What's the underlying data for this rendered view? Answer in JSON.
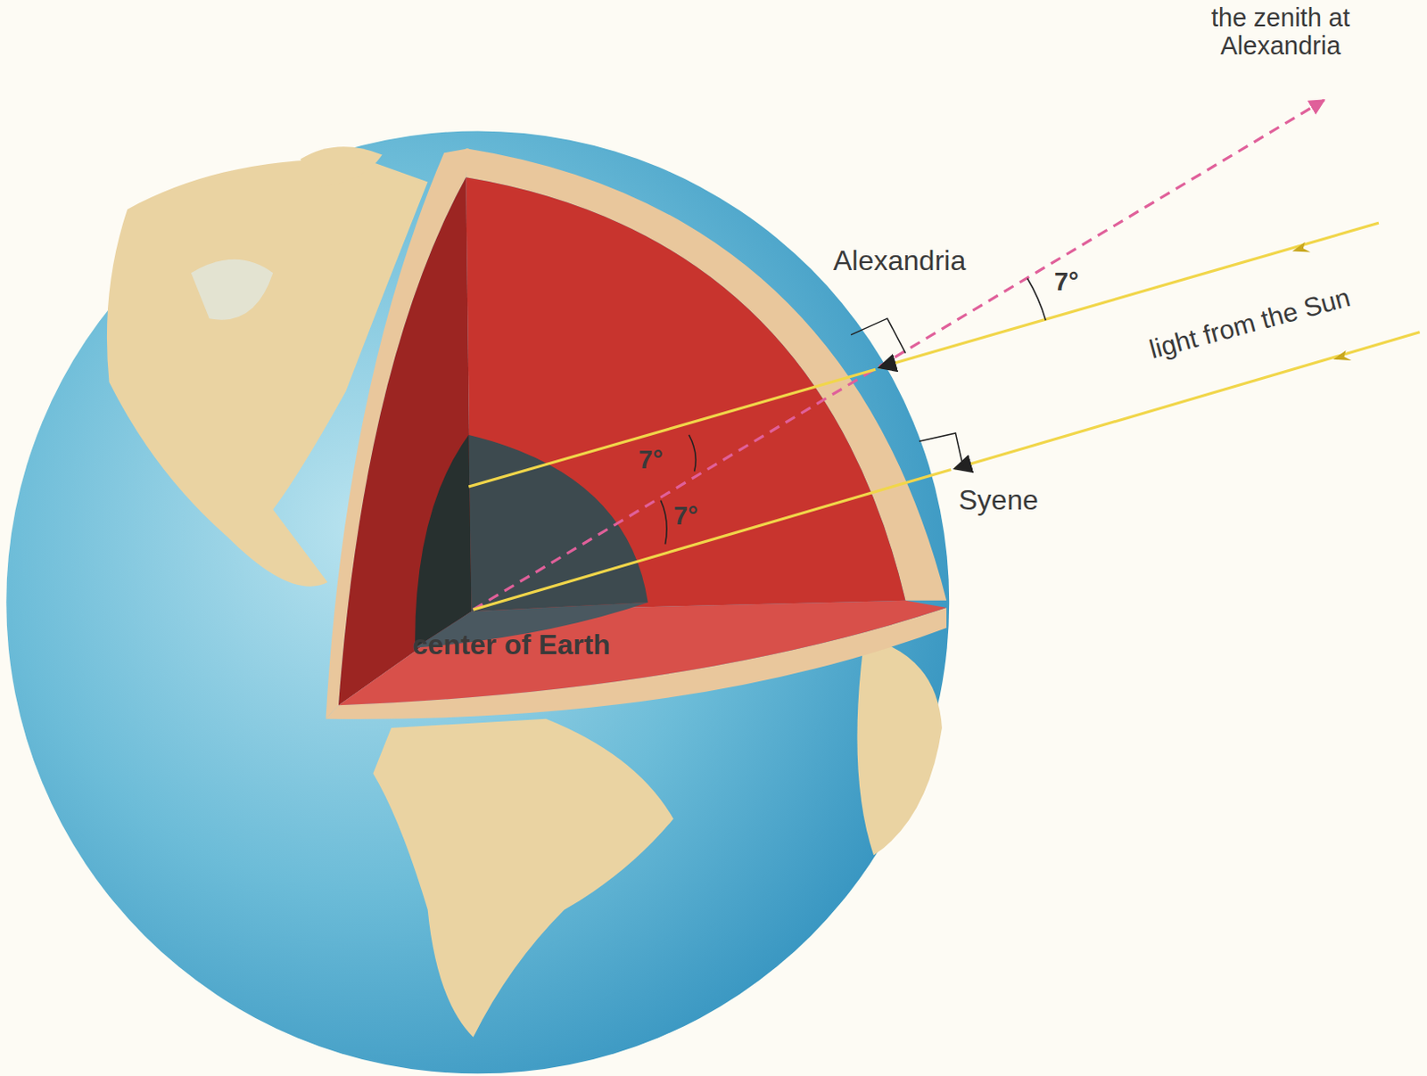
{
  "diagram": {
    "labels": [
      "the zenith at Alexandria",
      "Alexandria",
      "7°",
      "light from the Sun",
      "7°",
      "7°",
      "Syene",
      "center of Earth"
    ]
  }
}
